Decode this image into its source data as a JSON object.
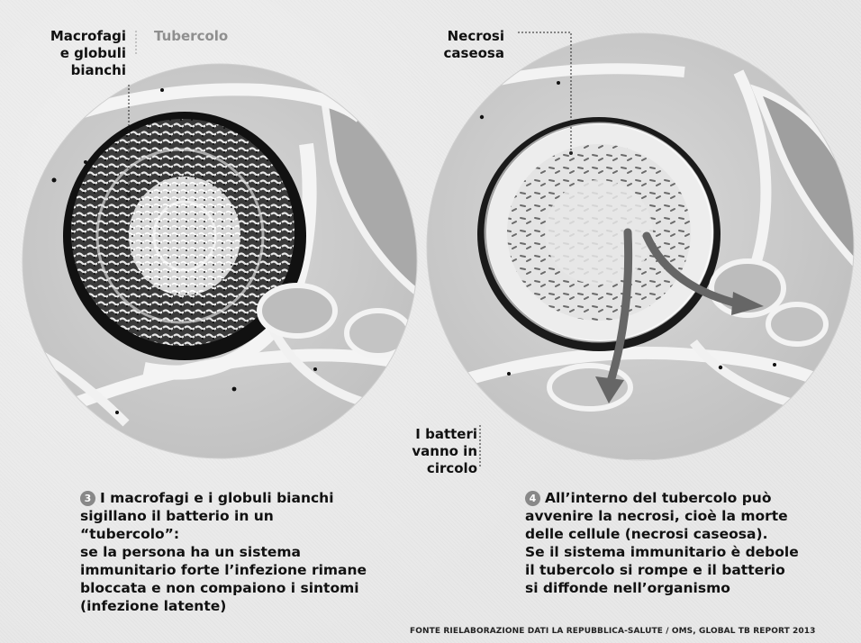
{
  "panel_left": {
    "label_macrophages": [
      "Macrofagi",
      "e globuli",
      "bianchi"
    ],
    "title_tubercolo": "Tubercolo",
    "step_number": "3",
    "caption": [
      "I macrofagi e i globuli bianchi",
      "sigillano il batterio in un “tubercolo”:",
      "se la persona ha un sistema",
      "immunitario forte l’infezione rimane",
      "bloccata e non compaiono i sintomi",
      "(infezione latente)"
    ]
  },
  "panel_right": {
    "label_necrosis": [
      "Necrosi",
      "caseosa"
    ],
    "label_bacteria": [
      "I batteri",
      "vanno in",
      "circolo"
    ],
    "step_number": "4",
    "caption": [
      "All’interno del tubercolo può",
      "avvenire la necrosi, cioè la morte",
      "delle cellule (necrosi caseosa).",
      "Se il sistema immunitario è debole",
      "il tubercolo si rompe e il batterio",
      "si diffonde nell’organismo"
    ]
  },
  "source": "FONTE RIELABORAZIONE DATI LA REPUBBLICA-SALUTE / OMS, GLOBAL TB REPORT 2013",
  "colors": {
    "arrow": "#666666",
    "circle_bg": "#cfcfcf",
    "membrane": "#f4f4f4",
    "dark": "#1b1b1b"
  }
}
